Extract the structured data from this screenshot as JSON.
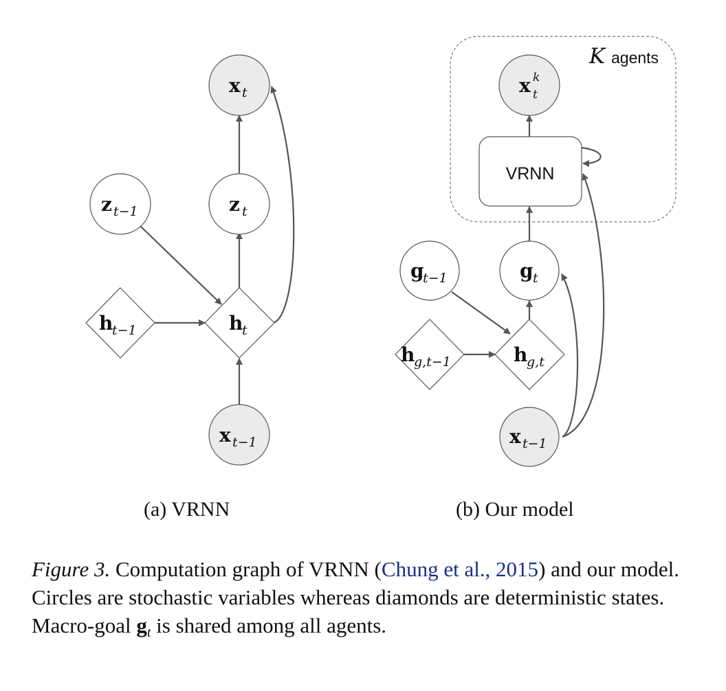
{
  "panel_a": {
    "label": "(a) VRNN",
    "nodes": {
      "x_t": {
        "base": "x",
        "sub": "t"
      },
      "z_t_minus_1": {
        "base": "z",
        "sub": "t−1"
      },
      "z_t": {
        "base": "z",
        "sub": "t"
      },
      "h_t_minus_1": {
        "base": "h",
        "sub": "t−1"
      },
      "h_t": {
        "base": "h",
        "sub": "t"
      },
      "x_t_minus_1": {
        "base": "x",
        "sub": "t−1"
      }
    }
  },
  "panel_b": {
    "label": "(b) Our model",
    "plate": {
      "k_symbol": "K",
      "text": "agents"
    },
    "vrnn_box": "VRNN",
    "nodes": {
      "x_t_k": {
        "base": "x",
        "sub": "t",
        "sup": "k"
      },
      "g_t_minus_1": {
        "base": "g",
        "sub": "t−1"
      },
      "g_t": {
        "base": "g",
        "sub": "t"
      },
      "h_g_t_minus_1": {
        "base": "h",
        "sub": "g,t−1"
      },
      "h_g_t": {
        "base": "h",
        "sub": "g,t"
      },
      "x_t_minus_1": {
        "base": "x",
        "sub": "t−1"
      }
    }
  },
  "caption": {
    "figure_label": "Figure 3.",
    "text_1": " Computation graph of VRNN (",
    "citation": "Chung et al., 2015",
    "text_2": ") and our model. Circles are stochastic variables whereas diamonds are deterministic states. Macro-goal ",
    "math_base": "g",
    "math_sub": "t",
    "text_3": " is shared among all agents."
  },
  "colors": {
    "observed_fill": "#ebebeb",
    "latent_fill": "#ffffff",
    "edge": "#555555",
    "citation": "#1c2f84"
  }
}
